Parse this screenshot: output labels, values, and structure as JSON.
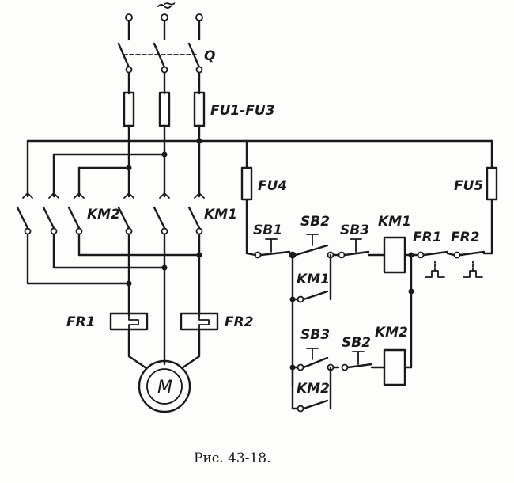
{
  "diagram": {
    "supply_symbol": "~",
    "labels": {
      "switch": "Q",
      "fuses_main": "FU1-FU3",
      "fuse_left": "FU4",
      "fuse_right": "FU5",
      "contactor_left": "KM2",
      "contactor_right": "KM1",
      "relay_left": "FR1",
      "relay_right": "FR2",
      "motor": "M",
      "sb1": "SB1",
      "sb2_top": "SB2",
      "sb3_top": "SB3",
      "coil_top": "KM1",
      "fr1_contact": "FR1",
      "fr2_contact": "FR2",
      "km1_hold": "KM1",
      "sb3_bottom": "SB3",
      "sb2_bottom": "SB2",
      "coil_bottom": "KM2",
      "km2_hold": "KM2"
    },
    "caption": "Рис. 43-18."
  }
}
